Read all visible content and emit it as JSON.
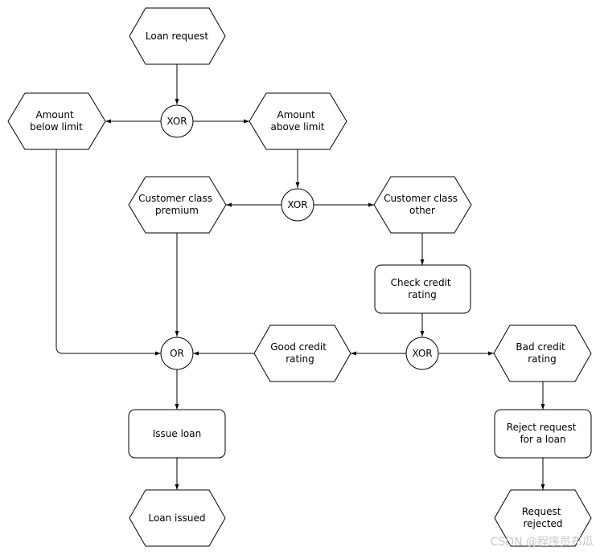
{
  "events": {
    "loan_request": [
      "Loan request"
    ],
    "amount_below_limit": [
      "Amount",
      "below limit"
    ],
    "amount_above_limit": [
      "Amount",
      "above limit"
    ],
    "customer_premium": [
      "Customer class",
      "premium"
    ],
    "customer_other": [
      "Customer class",
      "other"
    ],
    "good_credit": [
      "Good credit",
      "rating"
    ],
    "bad_credit": [
      "Bad credit",
      "rating"
    ],
    "loan_issued": [
      "Loan issued"
    ],
    "request_rejected": [
      "Request",
      "rejected"
    ]
  },
  "functions": {
    "check_credit": [
      "Check credit",
      "rating"
    ],
    "issue_loan": [
      "Issue loan"
    ],
    "reject_request": [
      "Reject request",
      "for a loan"
    ]
  },
  "connectors": {
    "xor_amount": "XOR",
    "xor_customer": "XOR",
    "xor_credit": "XOR",
    "or_join": "OR"
  },
  "watermark": "CSDN @程序员布瓜"
}
